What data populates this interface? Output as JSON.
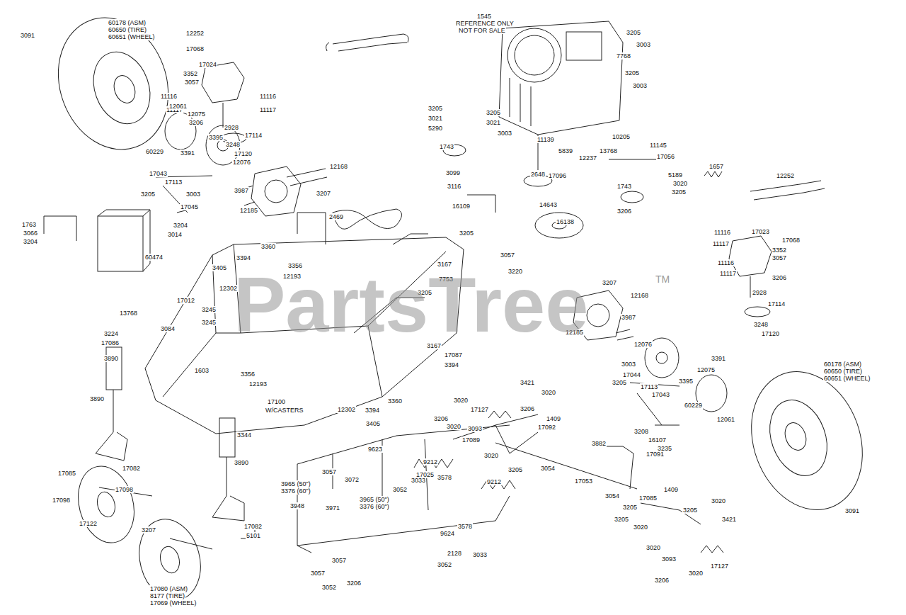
{
  "diagram": {
    "labels": [
      "3091",
      "60178 (ASM)",
      "60650 (TIRE)",
      "60651 (WHEEL)",
      "12252",
      "17068",
      "17024",
      "3352",
      "3057",
      "11116",
      "11116",
      "11117",
      "11117",
      "3206",
      "2928",
      "17114",
      "3248",
      "17120",
      "12061",
      "12075",
      "60229",
      "3395",
      "3391",
      "12076",
      "12168",
      "3987",
      "3207",
      "12185",
      "17043",
      "17113",
      "3205",
      "3003",
      "17045",
      "1763",
      "3066",
      "3204",
      "3204",
      "3014",
      "60474",
      "2469",
      "1545",
      "REFERENCE ONLY",
      "NOT FOR SALE",
      "3205",
      "3003",
      "7768",
      "3205",
      "3003",
      "3205",
      "3021",
      "5290",
      "1743",
      "3099",
      "3205",
      "3021",
      "3003",
      "11139",
      "5839",
      "12237",
      "10205",
      "2648",
      "3116",
      "16109",
      "3205",
      "17096",
      "14643",
      "16138",
      "3057",
      "3220",
      "11145",
      "13768",
      "17056",
      "5189",
      "1743",
      "3020",
      "3205",
      "3206",
      "1657",
      "12252",
      "17023",
      "17068",
      "11116",
      "11117",
      "3352",
      "3057",
      "11116",
      "11117",
      "3206",
      "2928",
      "17114",
      "3248",
      "17120",
      "3207",
      "12168",
      "3987",
      "12185",
      "12076",
      "3391",
      "3395",
      "12075",
      "60229",
      "12061",
      "60178 (ASM)",
      "60650 (TIRE)",
      "60651 (WHEEL)",
      "3091",
      "3003",
      "17044",
      "3205",
      "17113",
      "17043",
      "3208",
      "16107",
      "3235",
      "3394",
      "3360",
      "3405",
      "3356",
      "12193",
      "12302",
      "17012",
      "3245",
      "3245",
      "13768",
      "3224",
      "17086",
      "3890",
      "3084",
      "1603",
      "3356",
      "12193",
      "17100",
      "W/CASTERS",
      "3890",
      "3344",
      "3890",
      "17082",
      "17082",
      "17085",
      "17098",
      "17098",
      "17122",
      "3207",
      "17080 (ASM)",
      "8177 (TIRE)",
      "17069 (WHEEL)",
      "3167",
      "7753",
      "3205",
      "3167",
      "17087",
      "3394",
      "12302",
      "3360",
      "3394",
      "3405",
      "3421",
      "3020",
      "3206",
      "1409",
      "17127",
      "3020",
      "3206",
      "3020",
      "3093",
      "17089",
      "17092",
      "3020",
      "3205",
      "3054",
      "9623",
      "9212",
      "17025",
      "3057",
      "3072",
      "3965 (50\")",
      "3376 (60\")",
      "3965 (50\")",
      "3376 (60\")",
      "3948",
      "3971",
      "3052",
      "3033",
      "3578",
      "9212",
      "5101",
      "9624",
      "3578",
      "2128",
      "3033",
      "3052",
      "3057",
      "3057",
      "3206",
      "3052",
      "3882",
      "17091",
      "17053",
      "3054",
      "3205",
      "17085",
      "1409",
      "3205",
      "3020",
      "3421",
      "3205",
      "3020",
      "3020",
      "3093",
      "17127",
      "3020",
      "3206",
      "PartsTree",
      "TM"
    ]
  }
}
